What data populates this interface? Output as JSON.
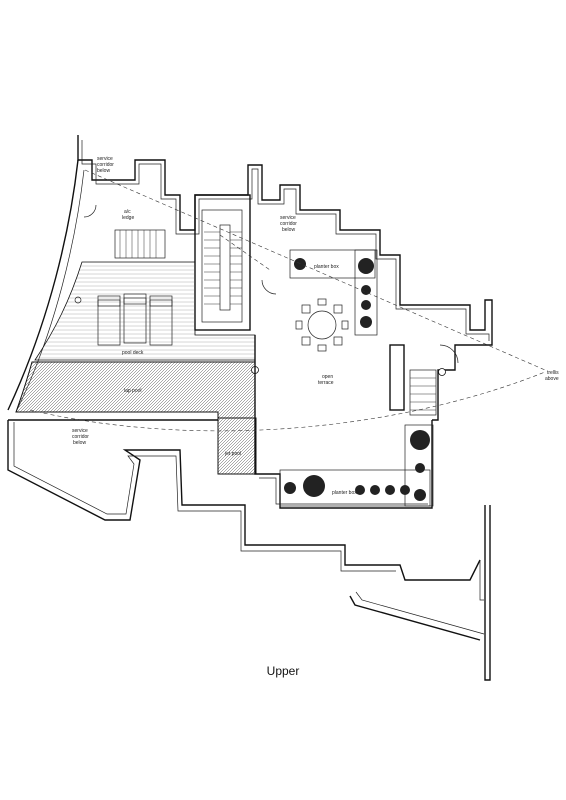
{
  "plan": {
    "title": "Upper",
    "labels": {
      "service_corridor_1": [
        "service",
        "corridor",
        "below"
      ],
      "ac_ledge": [
        "a/c",
        "ledge"
      ],
      "service_corridor_2": [
        "service",
        "corridor",
        "below"
      ],
      "planter_box_top": "planter box",
      "pool_deck": "pool deck",
      "lap_pool": "lap pool",
      "open_terrace": [
        "open",
        "terrace"
      ],
      "trellis": [
        "trellis",
        "above"
      ],
      "service_corridor_3": [
        "service",
        "corridor",
        "below"
      ],
      "jet_pool": "jet pool",
      "planter_box_bottom": "planter box"
    }
  }
}
